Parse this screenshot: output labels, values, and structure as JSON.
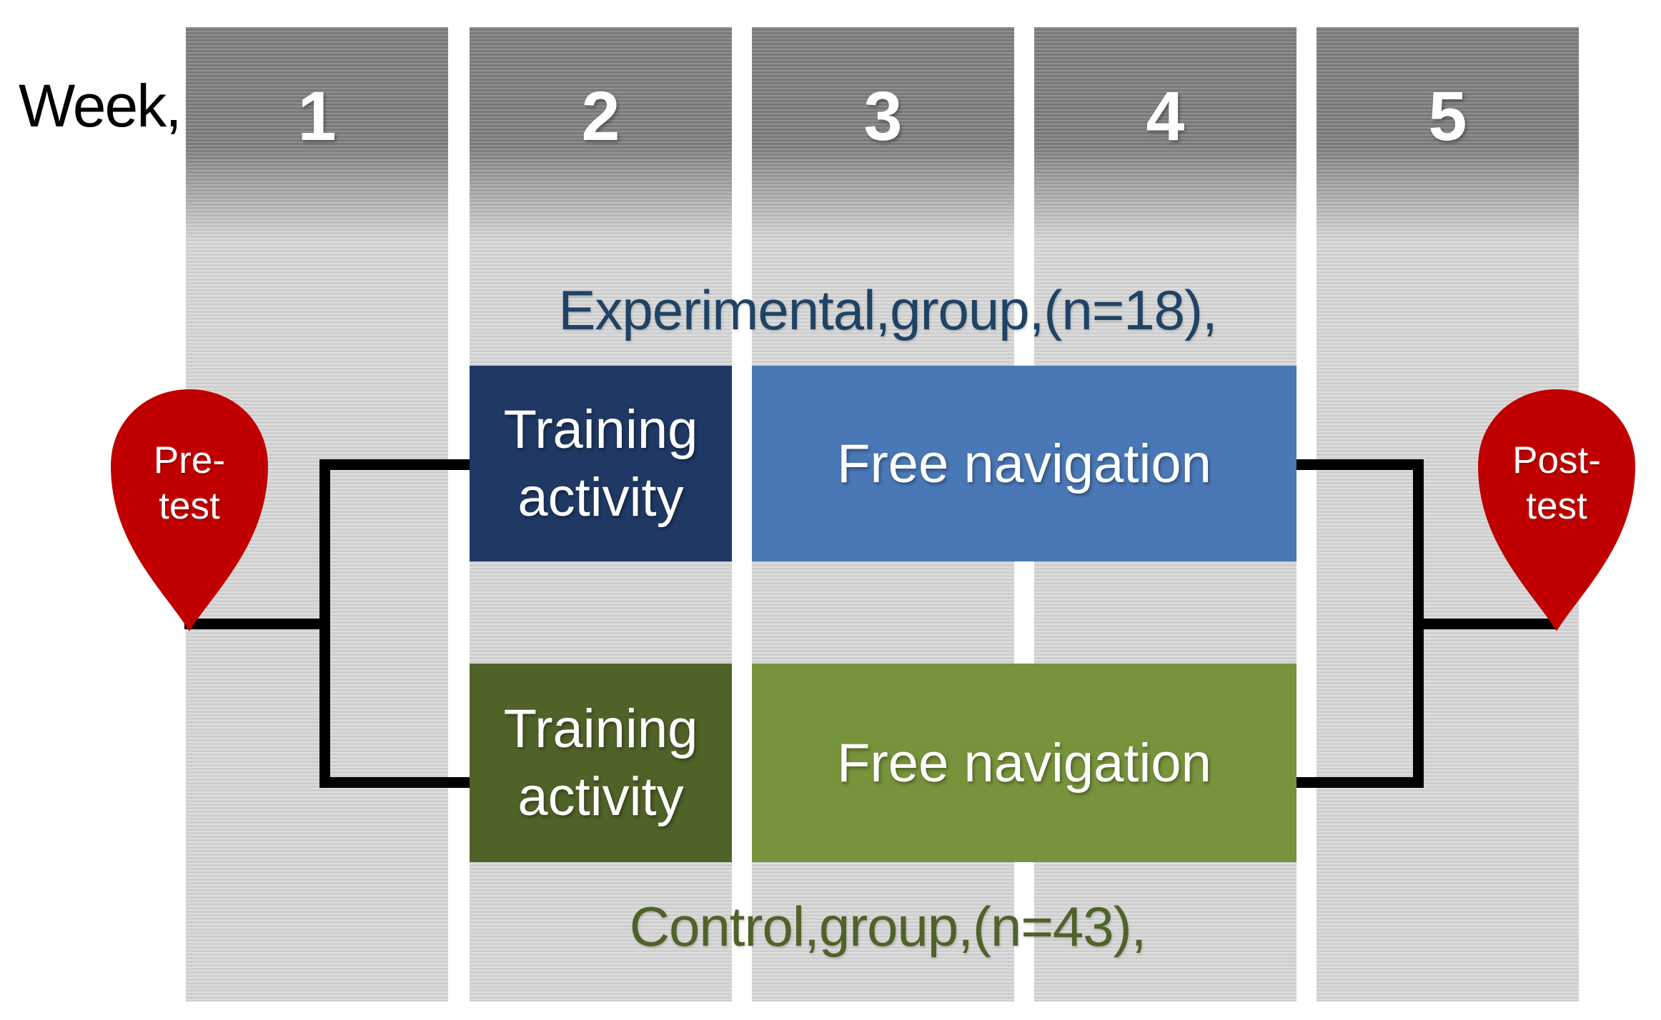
{
  "header": {
    "week_label": "Week,",
    "weeks": [
      "1",
      "2",
      "3",
      "4",
      "5"
    ]
  },
  "groups": {
    "experimental": {
      "label": "Experimental,group,(n=18),",
      "training": "Training activity",
      "free_navigation": "Free navigation"
    },
    "control": {
      "label": "Control,group,(n=43),",
      "training": "Training activity",
      "free_navigation": "Free navigation"
    }
  },
  "markers": {
    "pre": {
      "line1": "Pre-",
      "line2": "test"
    },
    "post": {
      "line1": "Post-",
      "line2": "test"
    }
  },
  "colors": {
    "column_dark": "#7f7f7f",
    "column_light": "#d9d9d9",
    "navy": "#1F3864",
    "blue": "#4A78B6",
    "olive_dark": "#4F6228",
    "olive_light": "#77933C",
    "red": "#C00000",
    "experimental_text": "#1F4365",
    "control_text": "#4F6228",
    "line": "#000000",
    "week_number": "#ffffff",
    "week_label": "#000000"
  }
}
